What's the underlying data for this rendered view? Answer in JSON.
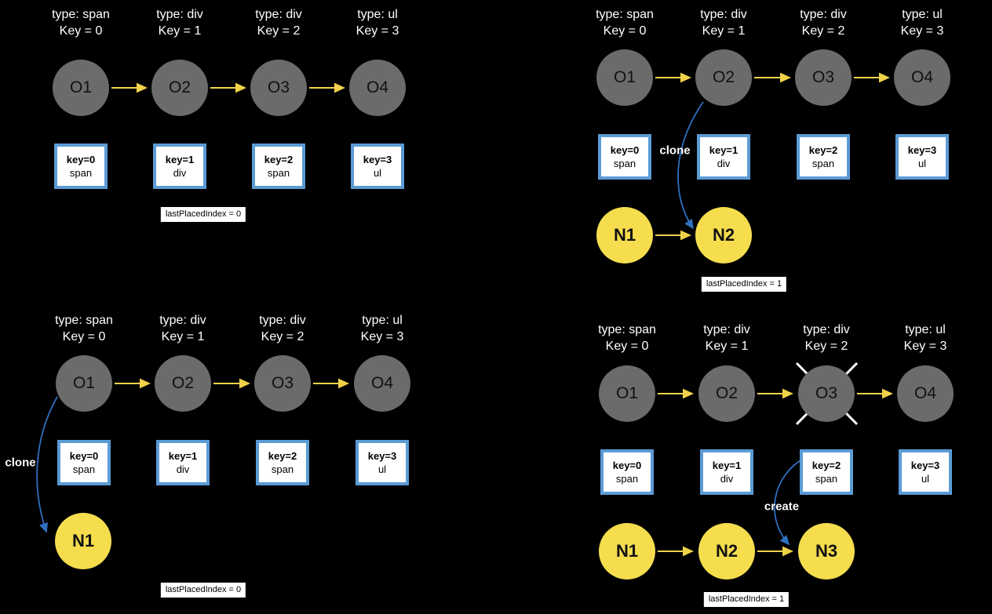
{
  "colors": {
    "background": "#000000",
    "old_node": "#6b6b6b",
    "new_node": "#f5dd4e",
    "box_border": "#5b9bd5",
    "box_fill": "#ffffff",
    "flow_arrow": "#f0d24a",
    "clone_arrow": "#2f6fbf",
    "strike": "#ffffff",
    "header_text": "#ffffff"
  },
  "panels": [
    {
      "id": "panel-1",
      "name": "initial-state",
      "headers": [
        {
          "type": "type: span",
          "key": "Key = 0"
        },
        {
          "type": "type: div",
          "key": "Key = 1"
        },
        {
          "type": "type: div",
          "key": "Key = 2"
        },
        {
          "type": "type: ul",
          "key": "Key = 3"
        }
      ],
      "old_nodes": [
        "O1",
        "O2",
        "O3",
        "O4"
      ],
      "key_boxes": [
        {
          "line1": "key=0",
          "line2": "span"
        },
        {
          "line1": "key=1",
          "line2": "div"
        },
        {
          "line1": "key=2",
          "line2": "span"
        },
        {
          "line1": "key=3",
          "line2": "ul"
        }
      ],
      "new_nodes": [],
      "annotation": "",
      "last_placed_index": "lastPlacedIndex = 0"
    },
    {
      "id": "panel-2",
      "name": "clone-first-node",
      "headers": [
        {
          "type": "type: span",
          "key": "Key = 0"
        },
        {
          "type": "type: div",
          "key": "Key = 1"
        },
        {
          "type": "type: div",
          "key": "Key = 2"
        },
        {
          "type": "type: ul",
          "key": "Key = 3"
        }
      ],
      "old_nodes": [
        "O1",
        "O2",
        "O3",
        "O4"
      ],
      "key_boxes": [
        {
          "line1": "key=0",
          "line2": "span"
        },
        {
          "line1": "key=1",
          "line2": "div"
        },
        {
          "line1": "key=2",
          "line2": "span"
        },
        {
          "line1": "key=3",
          "line2": "ul"
        }
      ],
      "new_nodes": [
        "N1",
        "N2"
      ],
      "annotation": "clone",
      "last_placed_index": "lastPlacedIndex = 1"
    },
    {
      "id": "panel-3",
      "name": "clone-span-node",
      "headers": [
        {
          "type": "type: span",
          "key": "Key = 0"
        },
        {
          "type": "type: div",
          "key": "Key = 1"
        },
        {
          "type": "type: div",
          "key": "Key = 2"
        },
        {
          "type": "type: ul",
          "key": "Key = 3"
        }
      ],
      "old_nodes": [
        "O1",
        "O2",
        "O3",
        "O4"
      ],
      "key_boxes": [
        {
          "line1": "key=0",
          "line2": "span"
        },
        {
          "line1": "key=1",
          "line2": "div"
        },
        {
          "line1": "key=2",
          "line2": "span"
        },
        {
          "line1": "key=3",
          "line2": "ul"
        }
      ],
      "new_nodes": [
        "N1"
      ],
      "annotation": "clone",
      "last_placed_index": "lastPlacedIndex = 0"
    },
    {
      "id": "panel-4",
      "name": "create-new-node",
      "headers": [
        {
          "type": "type: span",
          "key": "Key = 0"
        },
        {
          "type": "type: div",
          "key": "Key = 1"
        },
        {
          "type": "type: div",
          "key": "Key = 2"
        },
        {
          "type": "type: ul",
          "key": "Key = 3"
        }
      ],
      "old_nodes": [
        "O1",
        "O2",
        "O3",
        "O4"
      ],
      "struck_node_index": 2,
      "key_boxes": [
        {
          "line1": "key=0",
          "line2": "span"
        },
        {
          "line1": "key=1",
          "line2": "div"
        },
        {
          "line1": "key=2",
          "line2": "span"
        },
        {
          "line1": "key=3",
          "line2": "ul"
        }
      ],
      "new_nodes": [
        "N1",
        "N2",
        "N3"
      ],
      "annotation": "create",
      "last_placed_index": "lastPlacedIndex = 1"
    }
  ]
}
